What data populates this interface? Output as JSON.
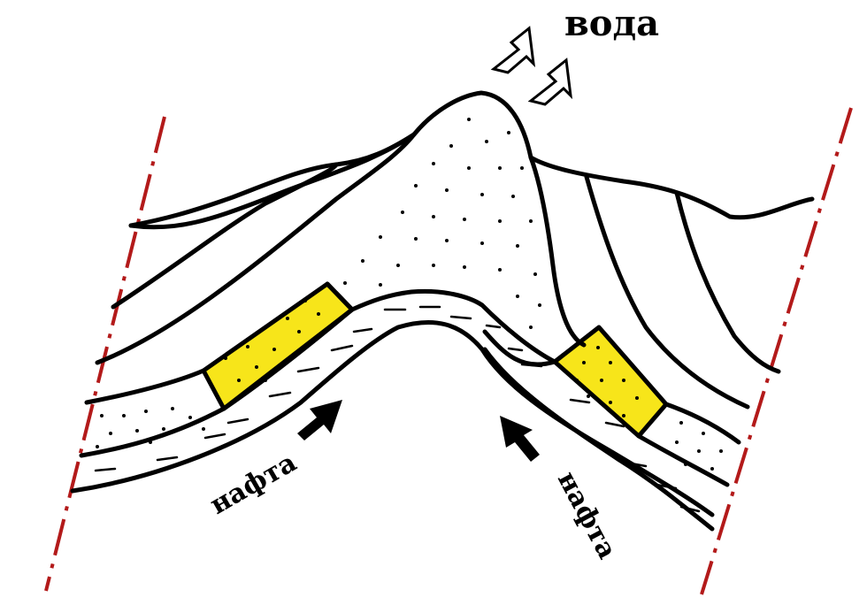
{
  "labels": {
    "water": "вода",
    "oil_left": "нафта",
    "oil_right": "нафта"
  },
  "colors": {
    "oil_fill": "#f7e51a",
    "fault": "#b31a1a",
    "line": "#000000",
    "background": "#ffffff"
  },
  "icons": {
    "water_arrows": "outlined-arrow-down-left",
    "oil_arrows": "filled-arrow-up"
  }
}
